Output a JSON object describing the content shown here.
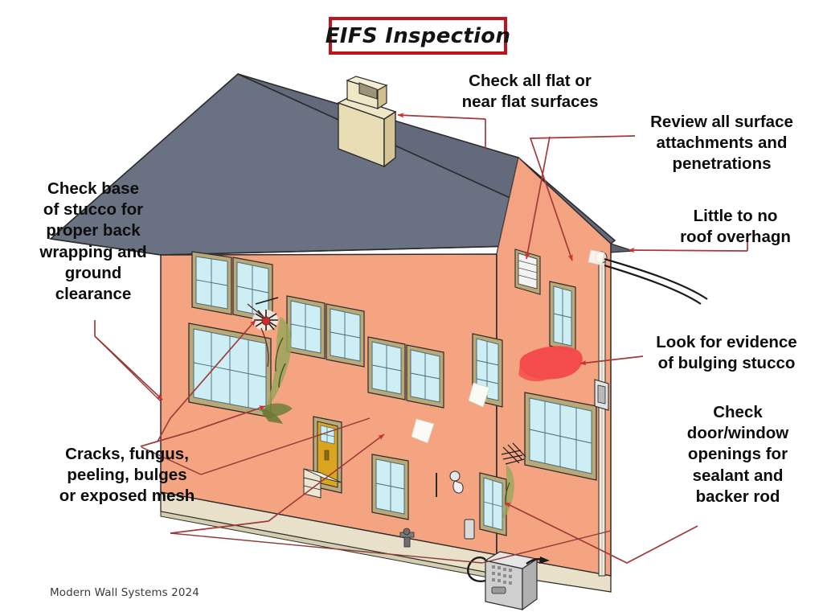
{
  "title": {
    "text": "EIFS Inspection",
    "border_color": "#c1121f"
  },
  "footer": {
    "text": "Modern Wall Systems 2024"
  },
  "callouts": [
    {
      "id": "flat-surfaces",
      "text": "Check all flat or\nnear flat surfaces"
    },
    {
      "id": "surface-attachments",
      "text": "Review all surface\nattachments and\npenetrations"
    },
    {
      "id": "roof-overhang",
      "text": "Little to no\nroof overhagn"
    },
    {
      "id": "bulging-stucco",
      "text": "Look for evidence\nof bulging stucco"
    },
    {
      "id": "openings-sealant",
      "text": "Check\ndoor/window\nopenings for\nsealant and\nbacker rod"
    },
    {
      "id": "stucco-base",
      "text": "Check base\nof stucco for\nproper back\nwrapping and\nground\nclearance"
    },
    {
      "id": "cracks-fungus",
      "text": "Cracks, fungus,\npeeling, bulges\nor exposed mesh"
    }
  ],
  "colors": {
    "roof": "#6a7183",
    "roof_dark": "#5c6272",
    "stucco_wall": "#f5a482",
    "stucco_wall_shadow": "#f09a77",
    "stucco_gable": "#f4a184",
    "foundation": "#e8e0c8",
    "foundation_side": "#ddd4b8",
    "chimney": "#e7dcb4",
    "chimney_side": "#d8cb9c",
    "window_glass": "#cdeef5",
    "window_frame": "#b9a878",
    "door": "#d9a520",
    "fungus": "#8b9651",
    "bulge_red": "#f4484a",
    "arrow": "#a33a3a",
    "arrow_head": "#d32f2f",
    "outline": "#2b2b2b",
    "text": "#0d0d0d"
  },
  "annotations": {
    "defects": [
      {
        "name": "crack-star",
        "label": "cracks / exposed mesh"
      },
      {
        "name": "fungus-patch",
        "label": "fungus streak"
      },
      {
        "name": "bulge-blob",
        "label": "bulging stucco"
      },
      {
        "name": "mesh-patch",
        "label": "exposed mesh"
      }
    ],
    "features": [
      {
        "name": "chimney",
        "label": "chimney"
      },
      {
        "name": "roof-vent",
        "label": "roof vent / pipe boot"
      },
      {
        "name": "gable-vent",
        "label": "gable louver vent"
      },
      {
        "name": "downspout",
        "label": "downspout"
      },
      {
        "name": "electrical-meter",
        "label": "electrical meter"
      },
      {
        "name": "hose-bib",
        "label": "hose bib / spigot"
      },
      {
        "name": "ac-condenser",
        "label": "ac condenser unit"
      },
      {
        "name": "entry-door",
        "label": "entry door with steps"
      },
      {
        "name": "light-fixture",
        "label": "exterior light fixture"
      }
    ]
  }
}
